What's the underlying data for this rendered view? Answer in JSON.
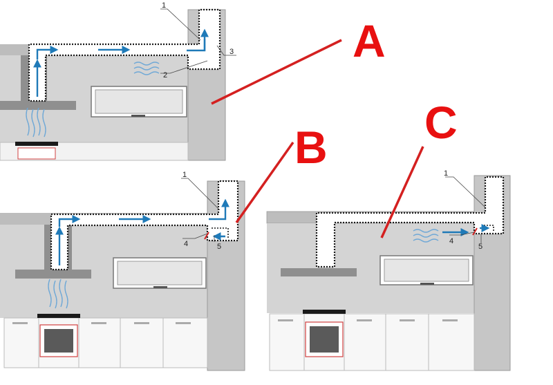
{
  "panels": [
    {
      "letter": "A",
      "labels": [
        "1",
        "2",
        "3"
      ]
    },
    {
      "letter": "B",
      "labels": [
        "1",
        "4",
        "5"
      ]
    },
    {
      "letter": "C",
      "labels": [
        "1",
        "4",
        "5"
      ]
    }
  ],
  "colors": {
    "wall": "#d4d4d4",
    "ceiling": "#bdbdbd",
    "hood": "#8f8f8f",
    "duct_border": "#1a1a1a",
    "airflow": "#1f7ab8",
    "steam": "#6fa8d6",
    "letters": "#e81010",
    "pointer": "#d42020",
    "valve": "#d42020"
  }
}
